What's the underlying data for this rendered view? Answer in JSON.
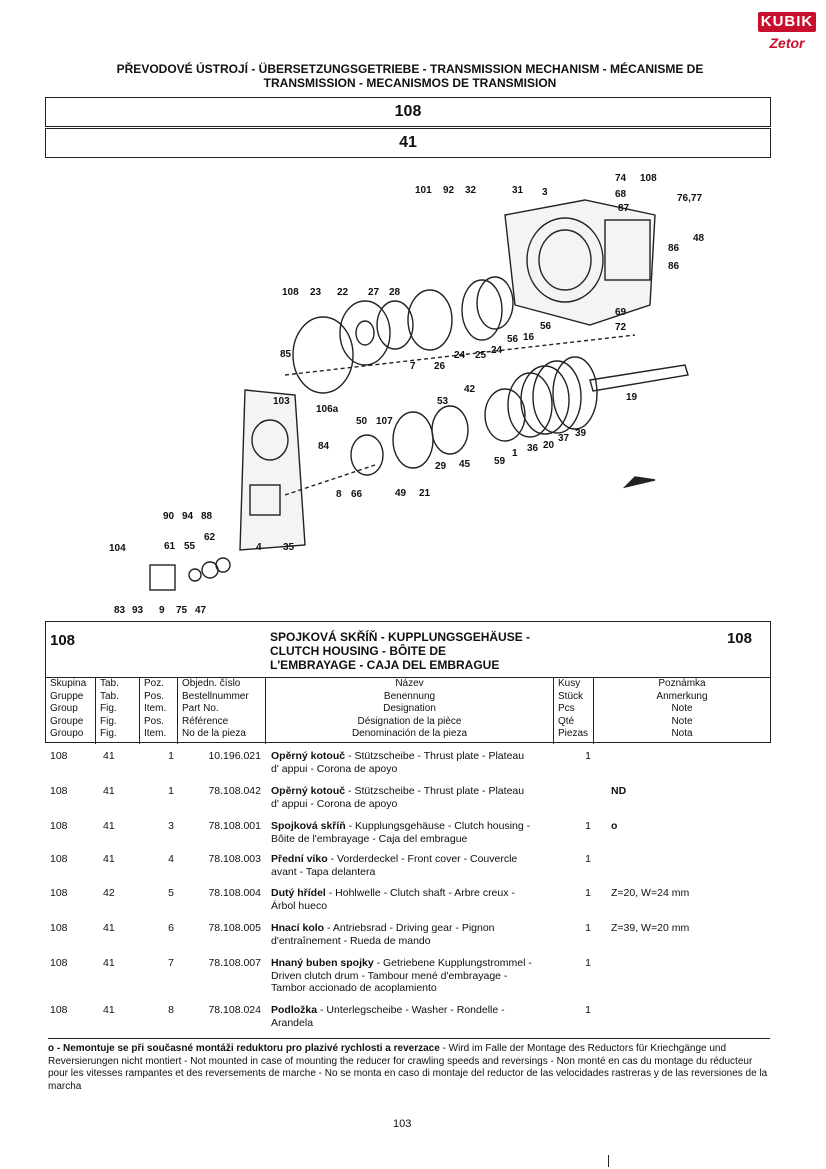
{
  "brand": {
    "logo_top": "KUBIK",
    "logo_bottom": "Zetor"
  },
  "header": {
    "title_line1": "PŘEVODOVÉ ÚSTROJÍ - ÜBERSETZUNGSGETRIEBE - TRANSMISSION MECHANISM - MÉCANISME DE",
    "title_line2": "TRANSMISSION - MECANISMOS DE TRANSMISION",
    "group": "108",
    "table": "41"
  },
  "diagram": {
    "labels": [
      "101",
      "92",
      "32",
      "31",
      "3",
      "74",
      "68",
      "108",
      "87",
      "76,77",
      "48",
      "86",
      "86",
      "108",
      "23",
      "22",
      "27",
      "28",
      "69",
      "72",
      "85",
      "56",
      "16",
      "56",
      "24",
      "25",
      "26",
      "24",
      "7",
      "19",
      "103",
      "42",
      "106a",
      "53",
      "50",
      "107",
      "84",
      "59",
      "1",
      "36",
      "20",
      "37",
      "39",
      "29",
      "45",
      "8",
      "66",
      "49",
      "21",
      "90",
      "94",
      "88",
      "62",
      "104",
      "61",
      "55",
      "4",
      "35",
      "83",
      "93",
      "9",
      "75",
      "47"
    ]
  },
  "section": {
    "group": "108",
    "group_right": "108",
    "title_line1": "SPOJKOVÁ SKŘÍŇ - KUPPLUNGSGEHÄUSE -",
    "title_line2": "CLUTCH HOUSING - BÔITE DE",
    "title_line3": "L'EMBRAYAGE - CAJA DEL EMBRAGUE",
    "columns": {
      "group": [
        "Skupina",
        "Gruppe",
        "Group",
        "Groupe",
        "Groupo"
      ],
      "table": [
        "Tab.",
        "Tab.",
        "Fig.",
        "Fig.",
        "Fig."
      ],
      "pos": [
        "Poz.",
        "Pos.",
        "Item.",
        "Pos.",
        "Item."
      ],
      "part": [
        "Objedn. číslo",
        "Bestellnummer",
        "Part No.",
        "Référence",
        "No de la pieza"
      ],
      "name": [
        "Název",
        "Benennung",
        "Designation",
        "Désignation de la pièce",
        "Denominación de la pieza"
      ],
      "qty": [
        "Kusy",
        "Stück",
        "Pcs",
        "Qté",
        "Piezas"
      ],
      "note": [
        "Poznámka",
        "Anmerkung",
        "Note",
        "Note",
        "Nota"
      ]
    }
  },
  "rows": [
    {
      "group": "108",
      "table": "41",
      "pos": "1",
      "part": "10.196.021",
      "name_bold": "Opěrný kotouč",
      "name_line1": " - Stützscheibe - Thrust plate - Plateau",
      "name_line2": "d' appui - Corona de apoyo",
      "qty": "1",
      "note": ""
    },
    {
      "group": "108",
      "table": "41",
      "pos": "1",
      "part": "78.108.042",
      "name_bold": "Opěrný kotouč",
      "name_line1": " - Stützscheibe - Thrust plate - Plateau",
      "name_line2": "d' appui - Corona de apoyo",
      "qty": "",
      "note": "ND"
    },
    {
      "group": "108",
      "table": "41",
      "pos": "3",
      "part": "78.108.001",
      "name_bold": "Spojková skříň",
      "name_line1": " - Kupplungsgehäuse - Clutch housing -",
      "name_line2": "Bôite de l'embrayage - Caja del embrague",
      "qty": "1",
      "note": "o"
    },
    {
      "group": "108",
      "table": "41",
      "pos": "4",
      "part": "78.108.003",
      "name_bold": "Přední víko",
      "name_line1": " - Vorderdeckel - Front cover - Couvercle",
      "name_line2": "avant - Tapa delantera",
      "qty": "1",
      "note": ""
    },
    {
      "group": "108",
      "table": "42",
      "pos": "5",
      "part": "78.108.004",
      "name_bold": "Dutý hřídel",
      "name_line1": " - Hohlwelle - Clutch shaft - Arbre creux -",
      "name_line2": "Árbol hueco",
      "qty": "1",
      "note": "Z=20, W=24 mm"
    },
    {
      "group": "108",
      "table": "41",
      "pos": "6",
      "part": "78.108.005",
      "name_bold": "Hnací kolo",
      "name_line1": " - Antriebsrad - Driving gear - Pignon",
      "name_line2": "d'entraînement   - Rueda de mando",
      "qty": "1",
      "note": "Z=39, W=20 mm"
    },
    {
      "group": "108",
      "table": "41",
      "pos": "7",
      "part": "78.108.007",
      "name_bold": "Hnaný buben spojky",
      "name_line1": " - Getriebene Kupplungstrommel -",
      "name_line2": "Driven clutch drum - Tambour mené d'embrayage -",
      "name_line3": "Tambor accionado de acoplamiento",
      "qty": "1",
      "note": ""
    },
    {
      "group": "108",
      "table": "41",
      "pos": "8",
      "part": "78.108.024",
      "name_bold": "Podložka",
      "name_line1": " - Unterlegscheibe - Washer - Rondelle -",
      "name_line2": "Arandela",
      "qty": "1",
      "note": ""
    }
  ],
  "footnote": {
    "bold": "o - Nemontuje se při současné montáži reduktoru pro plazivé rychlosti a reverzace",
    "rest": " - Wird im Falle der Montage des Reductors für Kriechgänge und Reversierungen nicht montiert - Not mounted in case of mounting the reducer for crawling speeds and reversings - Non monté en cas du montage du réducteur pour les vitesses rampantes et des reversements de marche - No se monta en caso di montaje del reductor de las velocidades rastreras y de las reversiones de la marcha"
  },
  "page_number": "103"
}
